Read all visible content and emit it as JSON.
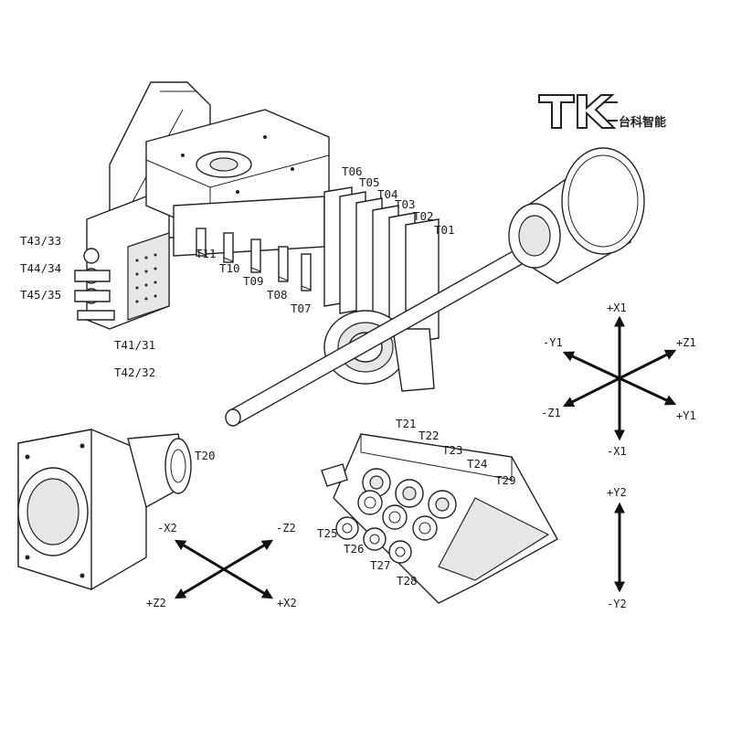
{
  "logo": {
    "mark": "TK",
    "brand_text": "台科智能"
  },
  "tool_labels": {
    "t43": "T43/33",
    "t44": "T44/34",
    "t45": "T45/35",
    "t41": "T41/31",
    "t42": "T42/32",
    "t11": "T11",
    "t10": "T10",
    "t09": "T09",
    "t08": "T08",
    "t07": "T07",
    "t06": "T06",
    "t05": "T05",
    "t04": "T04",
    "t03": "T03",
    "t02": "T02",
    "t01": "T01",
    "t20": "T20",
    "t21": "T21",
    "t22": "T22",
    "t23": "T23",
    "t24": "T24",
    "t29": "T29",
    "t25": "T25",
    "t26": "T26",
    "t27": "T27",
    "t28": "T28"
  },
  "axes_main": {
    "px1": "+X1",
    "nx1": "-X1",
    "ny1": "-Y1",
    "pz1": "+Z1",
    "nz1": "-Z1",
    "py1": "+Y1"
  },
  "axes_y2": {
    "py2": "+Y2",
    "ny2": "-Y2"
  },
  "axes_x2z2": {
    "nx2": "-X2",
    "nz2": "-Z2",
    "pz2": "+Z2",
    "px2": "+X2"
  }
}
